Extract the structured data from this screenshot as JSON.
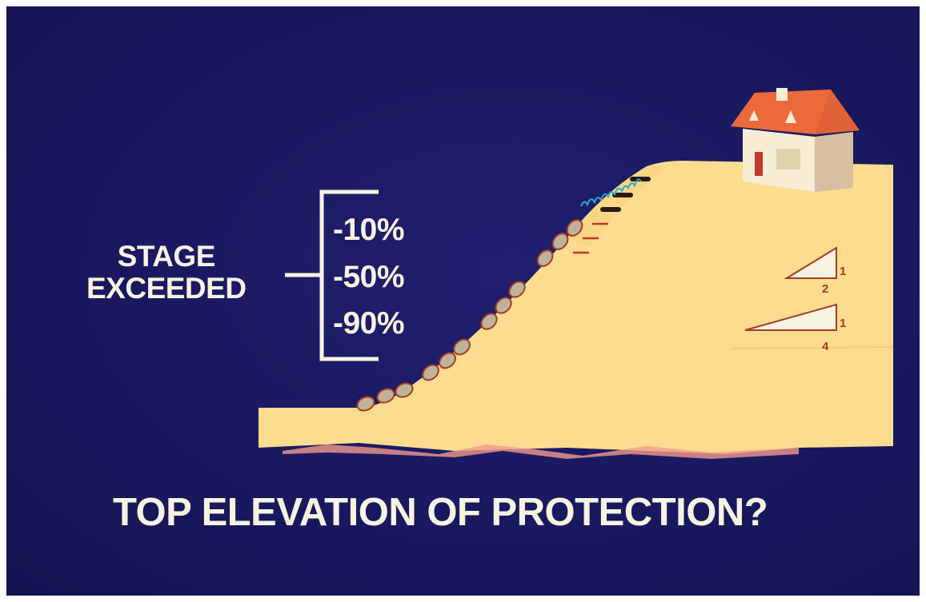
{
  "stage_label": {
    "line1": "STAGE",
    "line2": "EXCEEDED"
  },
  "stage_levels": [
    "-10%",
    "-50%",
    "-90%"
  ],
  "slope_ratios": [
    {
      "rise": "1",
      "run": "2"
    },
    {
      "rise": "1",
      "run": "4"
    }
  ],
  "title": "TOP ELEVATION OF PROTECTION?",
  "colors": {
    "background": "#191960",
    "ground": "#fcdc8e",
    "text": "#f7f3e1",
    "roof": "#ec6a3a",
    "house_wall": "#f7ecd4",
    "stone": "#bfb29a",
    "vegetation": "#2aa8d8"
  },
  "icons": [
    "house-icon",
    "riprap-stones",
    "vegetation-scribble",
    "slope-triangle"
  ]
}
